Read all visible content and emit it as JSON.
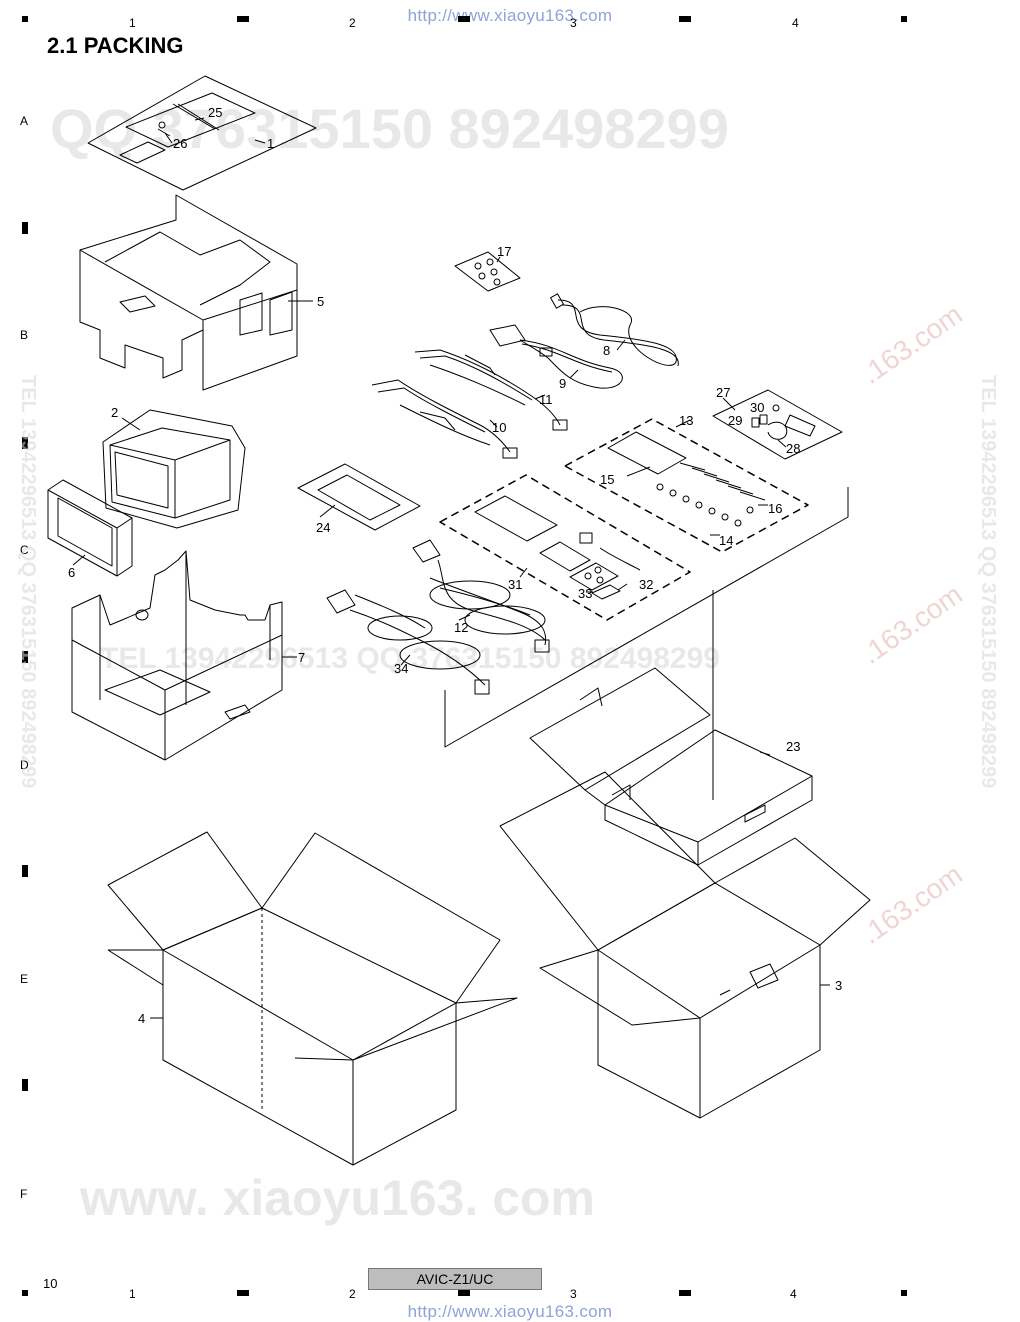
{
  "header": {
    "watermark_url_top": "http://www.xiaoyu163.com",
    "section_title": "2.1  PACKING"
  },
  "grid": {
    "columns": [
      "1",
      "2",
      "3",
      "4"
    ],
    "rows": [
      "A",
      "B",
      "C",
      "D",
      "E",
      "F"
    ]
  },
  "watermarks": {
    "top_numbers": "QQ  376315150   892498299",
    "middle_numbers": "TEL 13942296513  QQ 376315150  892498299",
    "bottom_site": "www. xiaoyu163. com",
    "side_left": "TEL 13942296513 QQ 376315150 892498299",
    "side_right": "TEL 13942296513 QQ 376315150 892498299",
    "brand_red": ".163.com"
  },
  "callouts": [
    "1",
    "2",
    "3",
    "4",
    "5",
    "6",
    "7",
    "8",
    "9",
    "10",
    "11",
    "12",
    "13",
    "14",
    "15",
    "16",
    "17",
    "23",
    "24",
    "25",
    "26",
    "27",
    "28",
    "29",
    "30",
    "31",
    "32",
    "33",
    "34"
  ],
  "footer": {
    "page_number": "10",
    "model": "AVIC-Z1/UC",
    "watermark_url_bottom": "http://www.xiaoyu163.com"
  }
}
